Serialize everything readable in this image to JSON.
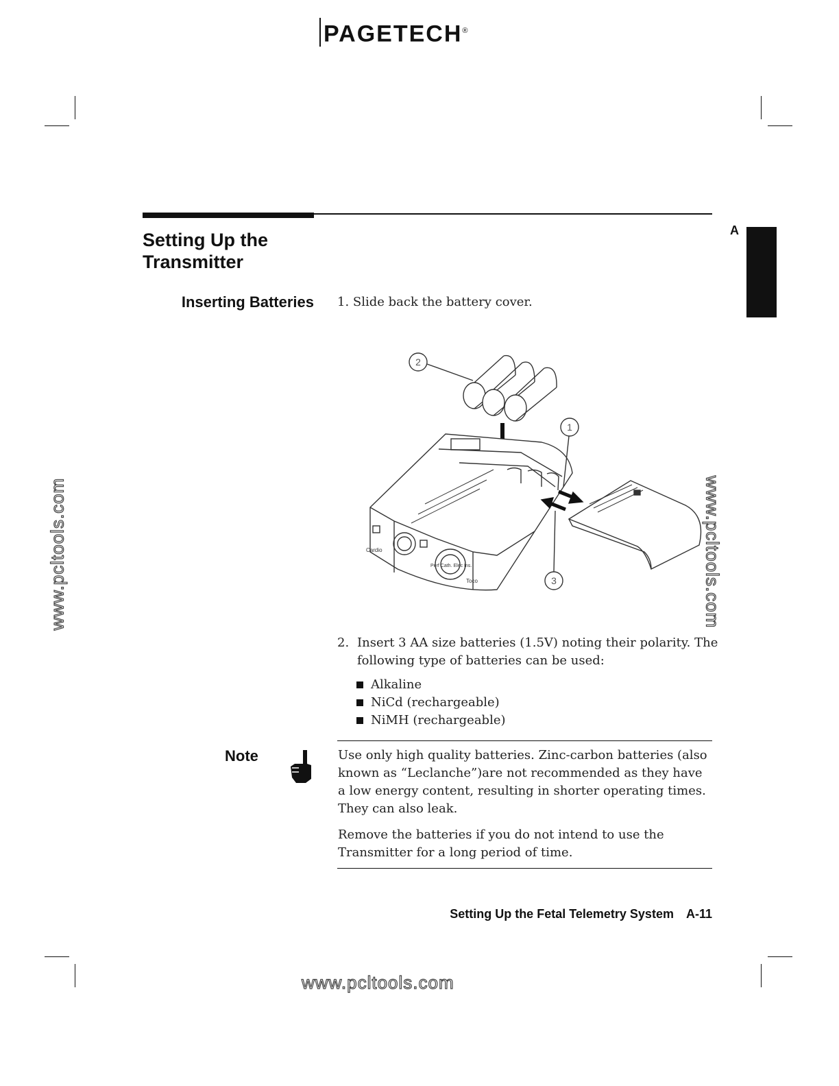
{
  "header": {
    "brand": "PAGETECH",
    "registered_mark": "®"
  },
  "section": {
    "title": "Setting Up the Transmitter",
    "tab_letter": "A"
  },
  "subsection": {
    "title": "Inserting Batteries"
  },
  "steps": [
    {
      "number": "1.",
      "text": "Slide back the battery cover."
    },
    {
      "number": "2.",
      "text": "Insert 3 AA size batteries (1.5V) noting their polarity. The following type of batteries can be used:"
    }
  ],
  "battery_types": [
    "Alkaline",
    "NiCd (rechargeable)",
    "NiMH (rechargeable)"
  ],
  "figure": {
    "callouts": [
      "1",
      "2",
      "3"
    ],
    "port_labels": [
      "Cardio",
      "Perf Cath. Elec Ins.",
      "Toco"
    ]
  },
  "note": {
    "label": "Note",
    "paragraphs": [
      "Use only high quality batteries. Zinc-carbon batteries (also known as “Leclanche”)are not recommended as they have a low energy content, resulting in shorter operating times. They can also leak.",
      "Remove the batteries if you do not intend to use the Transmitter for a long period of time."
    ]
  },
  "footer": {
    "chapter": "Setting Up the Fetal Telemetry System",
    "page": "A-11"
  },
  "watermark": {
    "text": "www.pcltools.com"
  }
}
